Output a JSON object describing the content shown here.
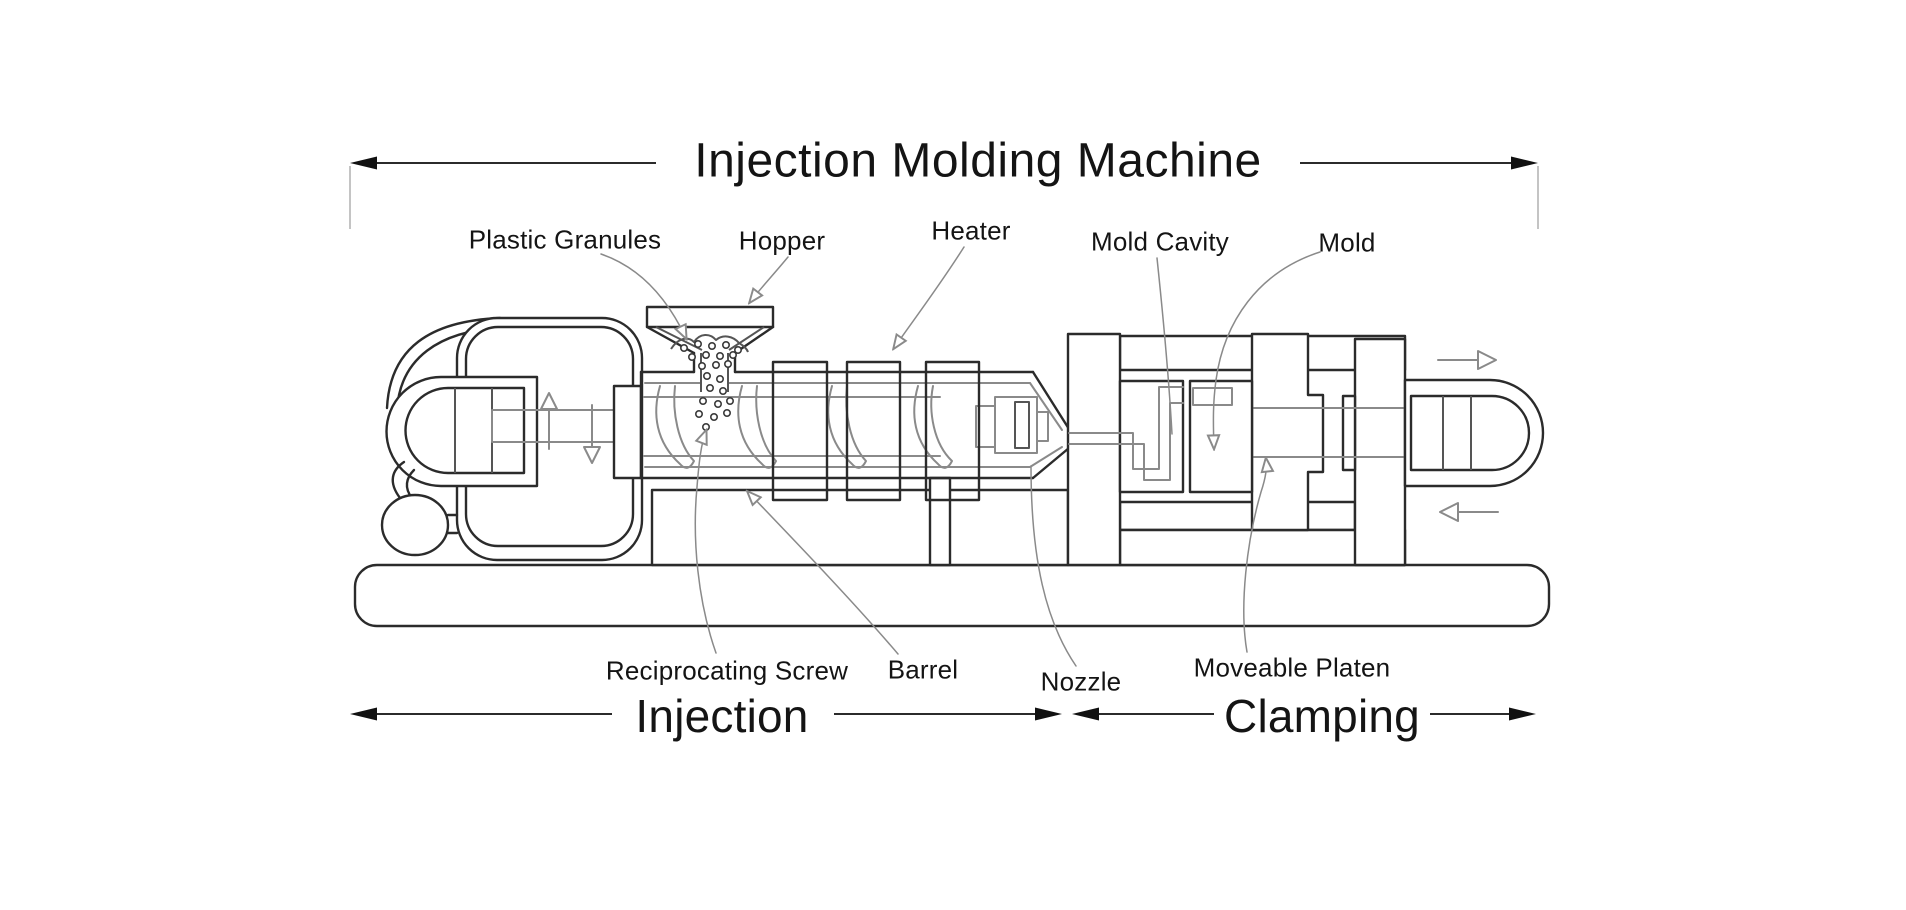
{
  "title": "Injection Molding Machine",
  "component_labels": {
    "plastic_granules": "Plastic Granules",
    "hopper": "Hopper",
    "heater": "Heater",
    "mold_cavity": "Mold Cavity",
    "mold": "Mold",
    "reciprocating_screw": "Reciprocating Screw",
    "barrel": "Barrel",
    "nozzle": "Nozzle",
    "moveable_platen": "Moveable Platen"
  },
  "sections": {
    "injection": "Injection",
    "clamping": "Clamping"
  },
  "colors": {
    "background": "#ffffff",
    "line_dark": "#2b2b2b",
    "line_medium": "#555555",
    "line_light": "#8a8a8a",
    "leader": "#8a8a8a",
    "corner_tick": "#c4c4c4",
    "text": "#141414",
    "arrow_solid": "#111111"
  }
}
